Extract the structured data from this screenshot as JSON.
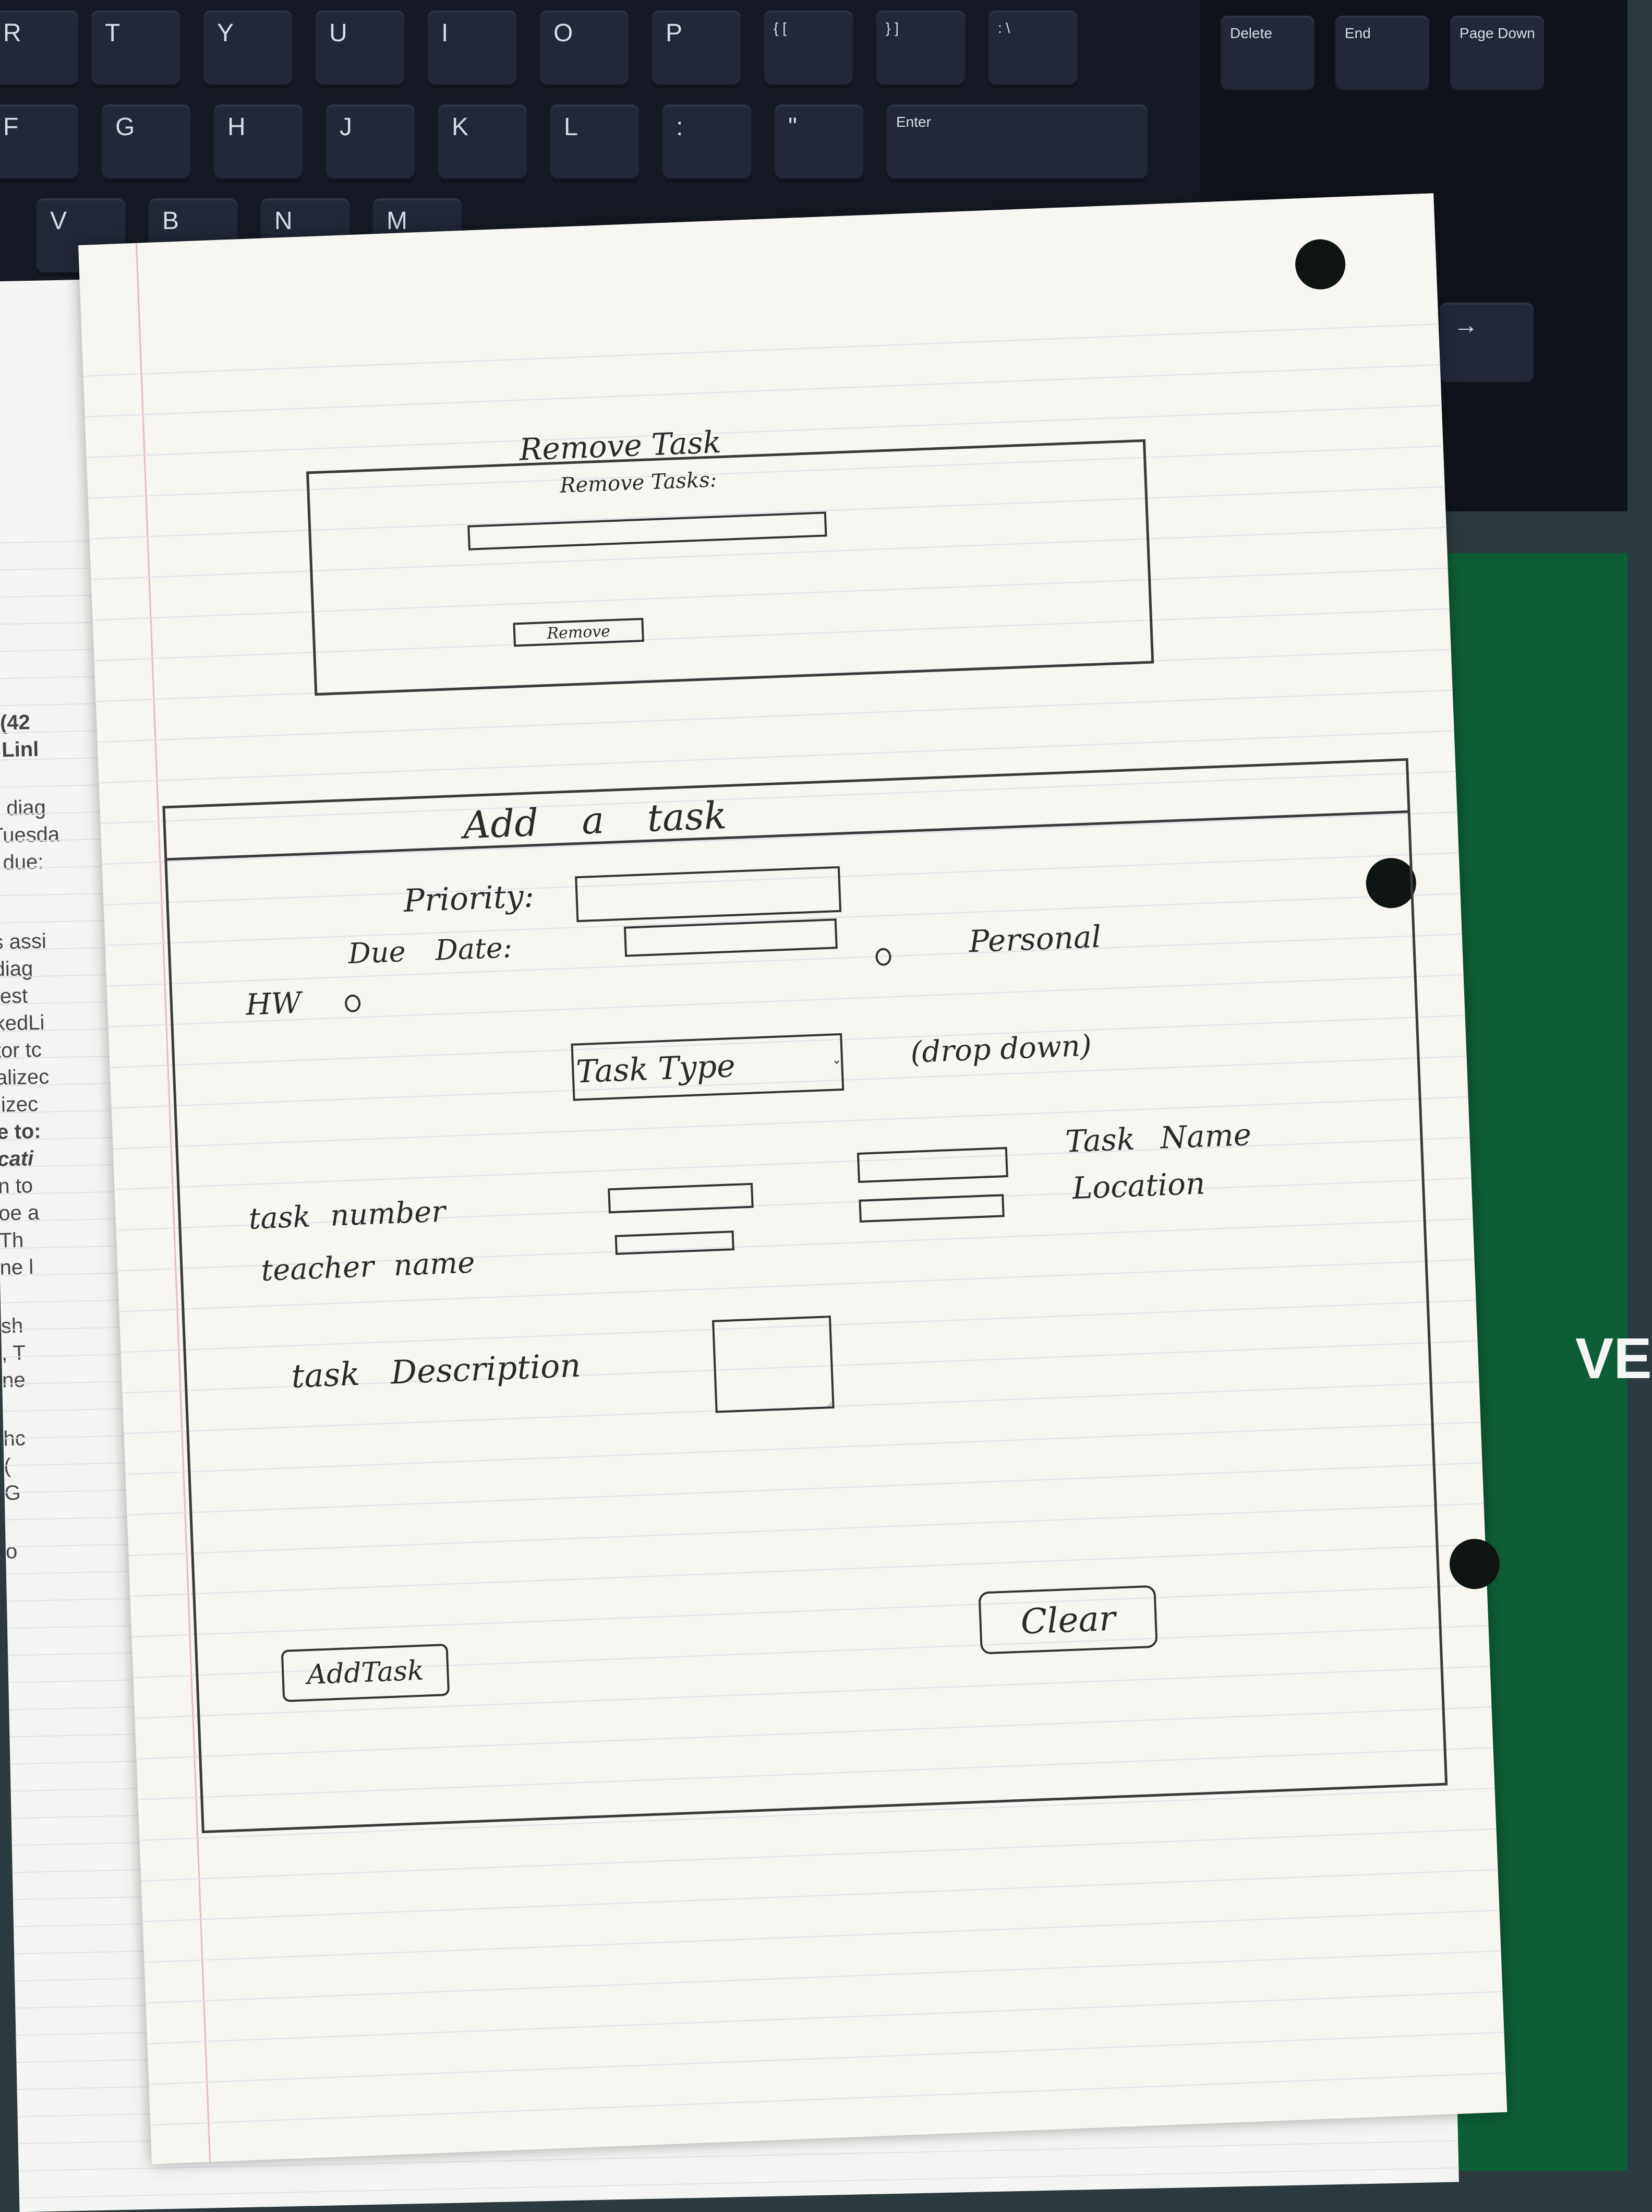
{
  "keyboard": {
    "row1": [
      "R",
      "T",
      "Y",
      "U",
      "I",
      "O",
      "P",
      "{ [",
      "} ]",
      ": \\"
    ],
    "row2": [
      "F",
      "G",
      "H",
      "J",
      "K",
      "L",
      ":",
      "\"",
      "Enter"
    ],
    "row3": [
      "V",
      "B",
      "N",
      "M"
    ],
    "nav": [
      "Delete",
      "End",
      "Page Down"
    ],
    "arrows": [
      "↑",
      "↓",
      "→"
    ]
  },
  "under_paper_text": [
    "l (42",
    "- Linl",
    "s diag",
    "Tuesda",
    ": due:",
    "s assi",
    "diag",
    "test",
    "kedLi",
    "tor tc",
    "alizec",
    "lizec",
    "e to:",
    "cati",
    "n to",
    "oe a",
    "Th",
    "ne l",
    "sh",
    ", T",
    "ne",
    "hc",
    "(",
    "G",
    "o"
  ],
  "folder_brand": "VE",
  "remove_task": {
    "title": "Remove Task",
    "field_label": "Remove Tasks:",
    "field_value": "",
    "button_label": "Remove"
  },
  "add_task": {
    "title": "Add a task",
    "priority_label": "Priority:",
    "priority_value": "",
    "due_date_label": "Due Date:",
    "due_date_value": "",
    "radio_hw_label": "HW",
    "radio_personal_label": "Personal",
    "task_type_label": "Task Type",
    "task_type_note": "(drop down)",
    "task_number_label": "task number",
    "task_number_value": "",
    "teacher_name_label": "teacher name",
    "teacher_name_value": "",
    "task_name_label": "Task Name",
    "task_name_value": "",
    "location_label": "Location",
    "location_value": "",
    "description_label": "task Description",
    "description_value": "",
    "add_button_label": "AddTask",
    "clear_button_label": "Clear"
  }
}
